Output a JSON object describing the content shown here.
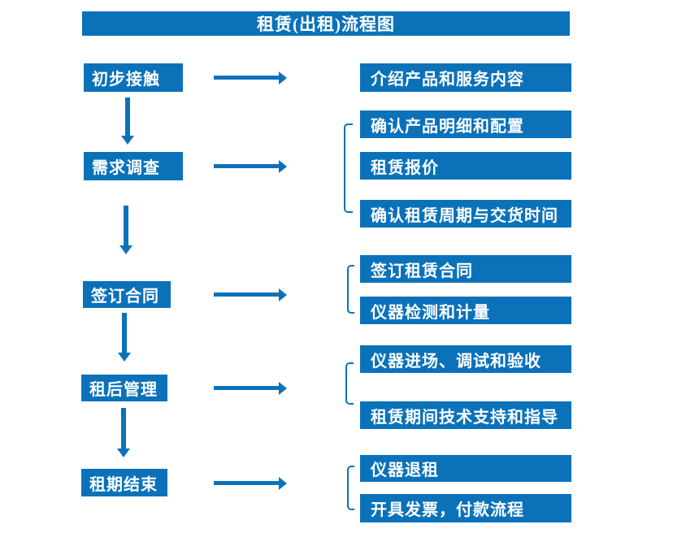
{
  "title": "租赁(出租)流程图",
  "colors": {
    "primary": "#0B72BA",
    "text_on_primary": "#FFFFFF",
    "background": "#FFFFFF"
  },
  "steps": [
    {
      "label": "初步接触",
      "details": [
        "介绍产品和服务内容"
      ]
    },
    {
      "label": "需求调查",
      "details": [
        "确认产品明细和配置",
        "租赁报价",
        "确认租赁周期与交货时间"
      ]
    },
    {
      "label": "签订合同",
      "details": [
        "签订租赁合同",
        "仪器检测和计量"
      ]
    },
    {
      "label": "租后管理",
      "details": [
        "仪器进场、调试和验收",
        "租赁期间技术支持和指导"
      ]
    },
    {
      "label": "租期结束",
      "details": [
        "仪器退租",
        "开具发票，付款流程"
      ]
    }
  ]
}
